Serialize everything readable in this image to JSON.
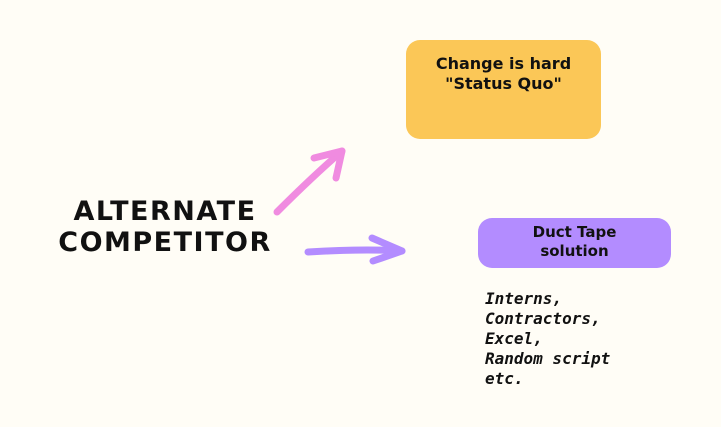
{
  "main_title": {
    "line1": "ALTERNATE",
    "line2": "COMPETITOR"
  },
  "status_quo_card": {
    "line1": "Change is hard",
    "line2": "\"Status Quo\"",
    "color": "#FBC757"
  },
  "duct_tape_card": {
    "line1": "Duct Tape",
    "line2": "solution",
    "color": "#B38CFF"
  },
  "examples": [
    "Interns,",
    "Contractors,",
    "Excel,",
    "Random script",
    "etc."
  ],
  "arrows": {
    "to_status_quo_color": "#F08BE0",
    "to_duct_tape_color": "#B38CFF"
  }
}
